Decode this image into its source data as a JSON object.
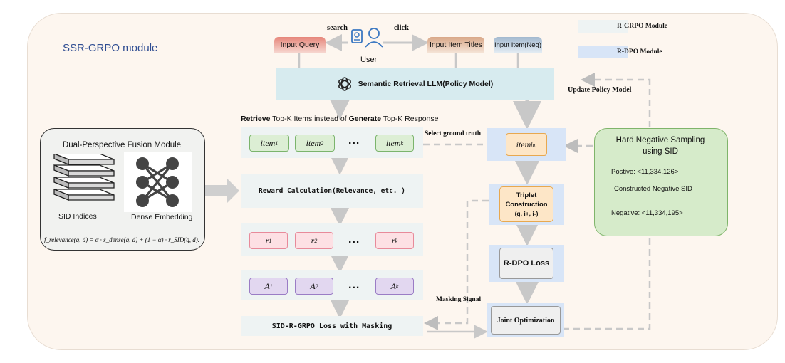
{
  "module_title": "SSR-GRPO module",
  "legend": [
    {
      "label": "R-GRPO Module",
      "color": "#eef3f3"
    },
    {
      "label": "R-DPO Module",
      "color": "#d8e5f7"
    }
  ],
  "user": {
    "label": "User",
    "search": "search",
    "click": "click"
  },
  "inputs": {
    "query": "Input Query",
    "titles": "Input Item Titles",
    "neg": "Input Item(Neg)"
  },
  "policy_model": "Semantic Retrieval LLM(Policy Model)",
  "update_policy": "Update Policy Model",
  "retrieve_caption": {
    "bold1": "Retrieve",
    "mid": " Top-K Items instead of ",
    "bold2": "Generate",
    "end": " Top-K Response"
  },
  "items": {
    "i1": "item",
    "s1": "1",
    "i2": "item",
    "s2": "2",
    "ik": "item",
    "sk": "k"
  },
  "dots": "...",
  "select_gt": "Select ground truth",
  "item_hn": {
    "base": "item",
    "sub": "hn"
  },
  "reward_calc": "Reward Calculation(Relevance, etc. )",
  "rewards": {
    "r": "r",
    "s1": "1",
    "s2": "2",
    "sk": "k"
  },
  "advantages": {
    "a": "A",
    "s1": "1",
    "s2": "2",
    "sk": "k"
  },
  "sid_loss": "SID-R-GRPO Loss with Masking",
  "masking_signal": "Masking Signal",
  "triplet": {
    "line1": "Triplet",
    "line2": "Construction",
    "line3": "(q, i+, i-)"
  },
  "rdpo_loss": "R-DPO Loss",
  "joint_opt": "Joint Optimization",
  "fusion": {
    "title": "Dual-Perspective Fusion Module",
    "sid_label": "SID Indices",
    "dense_label": "Dense Embedding",
    "formula": "f_relevance(q, d) = α · s_dense(q, d) + (1 − α) · r_SID(q, d)."
  },
  "hns": {
    "title1": "Hard Negative Sampling",
    "title2": "using SID",
    "positive": "Postive: <11,334,126>",
    "constructed": "Constructed Negative SID",
    "negative": "Negative: <11,334,195>"
  }
}
